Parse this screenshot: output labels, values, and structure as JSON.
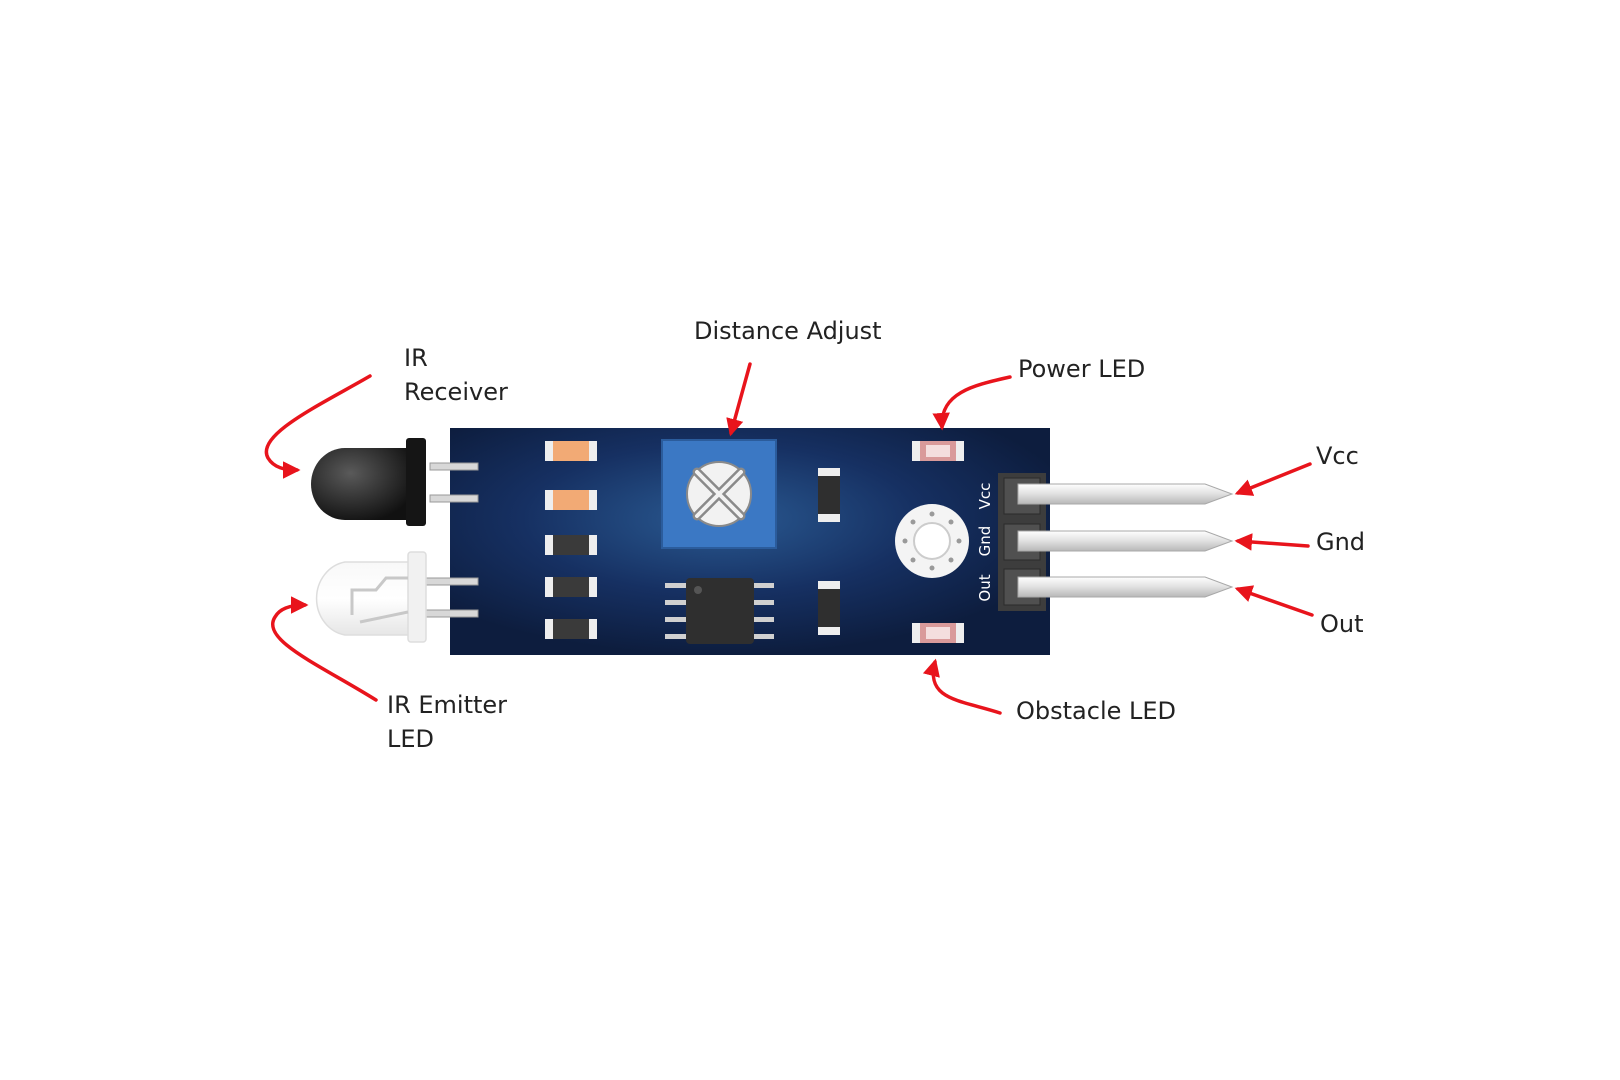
{
  "labels": {
    "ir_receiver_line1": "IR",
    "ir_receiver_line2": "Receiver",
    "distance_adjust": "Distance Adjust",
    "power_led": "Power LED",
    "vcc": "Vcc",
    "gnd": "Gnd",
    "out": "Out",
    "obstacle_led": "Obstacle LED",
    "ir_emitter_line1": "IR Emitter",
    "ir_emitter_line2": "LED"
  },
  "pcb_silkscreen": {
    "vcc": "Vcc",
    "gnd": "Gnd",
    "out": "Out"
  },
  "colors": {
    "pcb": "#0f2347",
    "pcb_glow": "#2a5a92",
    "arrow": "#e8141c",
    "potentiometer": "#3b78c4",
    "smd_orange": "#f2aa75",
    "smd_dark": "#3a3a3a",
    "led_pink": "#d99a9a"
  },
  "icons": {
    "arrow": "curved-arrow-icon",
    "potentiometer": "cross-screw-icon",
    "mount_hole": "mounting-hole-icon"
  }
}
